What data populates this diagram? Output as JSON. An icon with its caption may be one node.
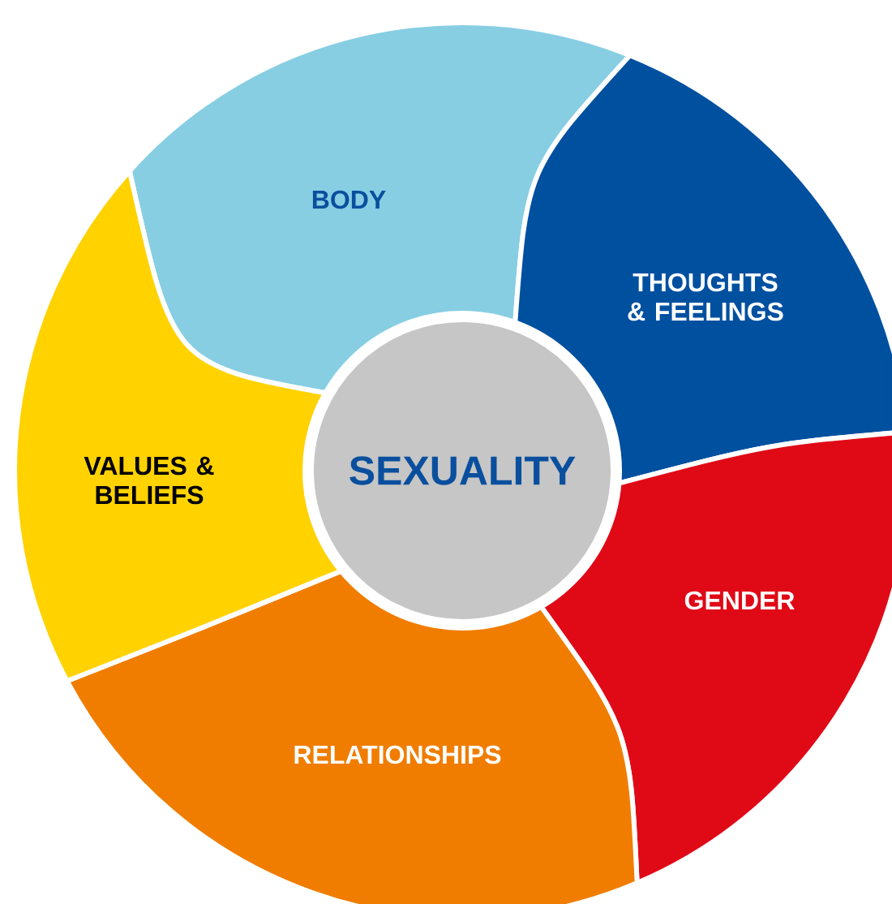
{
  "diagram": {
    "nodes": [
      {
        "text": [
          "SEXUALITY"
        ]
      },
      {
        "text": [
          "BODY"
        ]
      },
      {
        "text": [
          "THOUGHTS & FEELINGS"
        ]
      },
      {
        "text": [
          "GENDER"
        ]
      },
      {
        "text": [
          "RELATIONSHIPS"
        ]
      },
      {
        "text": [
          "VALUES & BELIEFS"
        ]
      }
    ]
  }
}
